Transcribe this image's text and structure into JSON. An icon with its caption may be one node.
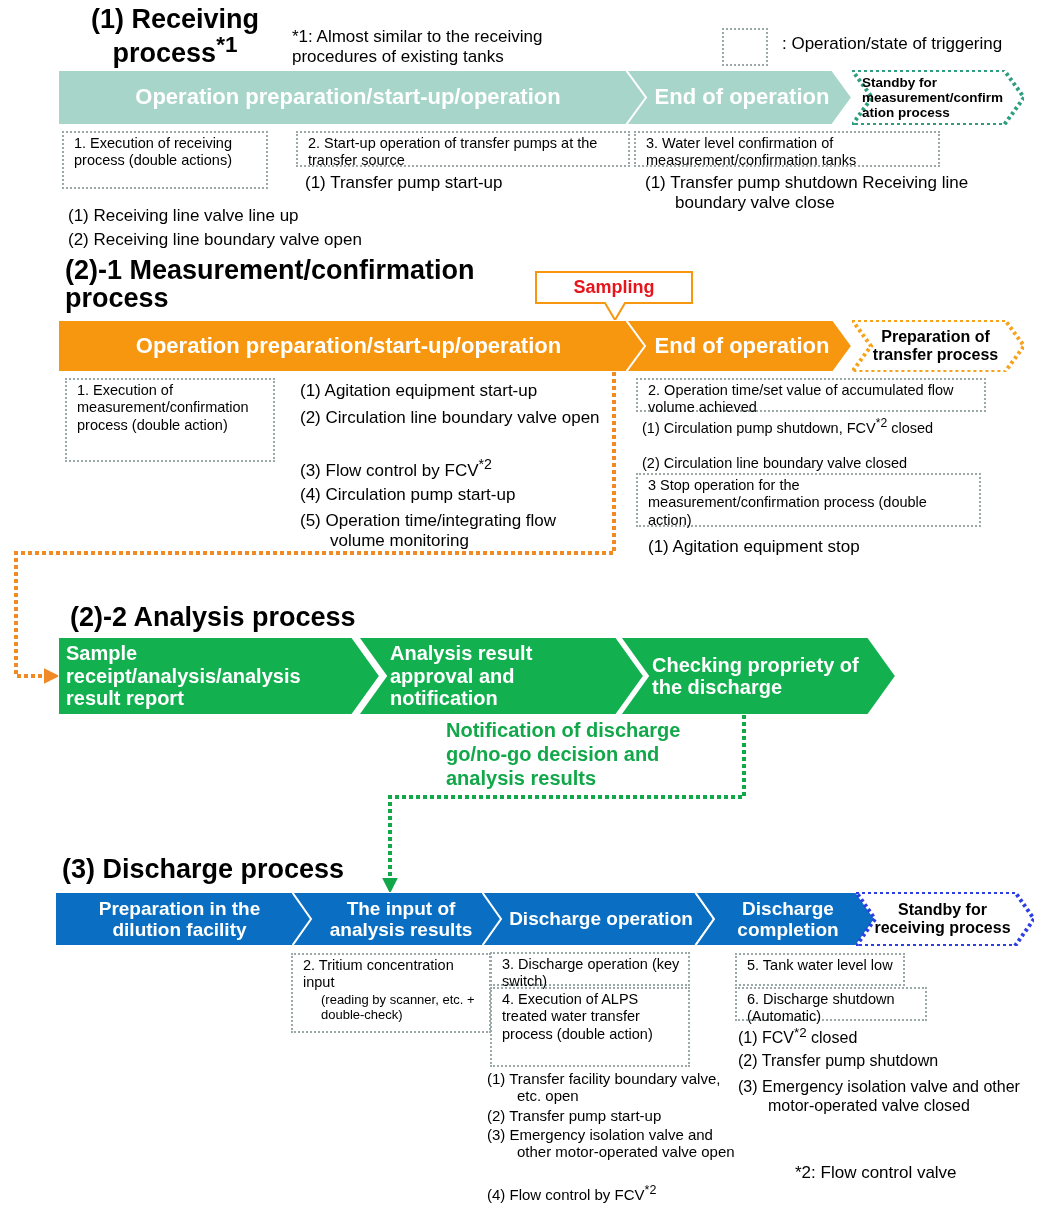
{
  "diagram": {
    "nodes": [
      {
        "text": [
          "Operation preparation/start-up/operation"
        ]
      },
      {
        "text": [
          "End of operation"
        ]
      },
      {
        "text": [
          "Standby for measurement/confirmation process"
        ]
      },
      {
        "text": [
          "1. Execution of receiving process (double actions)"
        ]
      },
      {
        "text": [
          "2. Start-up operation of transfer pumps at the transfer source"
        ]
      },
      {
        "text": [
          "3. Water level confirmation of measurement/confirmation tanks"
        ]
      },
      {
        "text": [
          "Sampling"
        ]
      },
      {
        "text": [
          "Operation preparation/start-up/operation"
        ]
      },
      {
        "text": [
          "End of operation"
        ]
      },
      {
        "text": [
          "Preparation of transfer process"
        ]
      },
      {
        "text": [
          "1. Execution of measurement/confirmation process (double action)"
        ]
      },
      {
        "text": [
          "2. Operation time/set value of accumulated flow volume achieved"
        ]
      },
      {
        "text": [
          "3 Stop operation for the measurement/confirmation process (double action)"
        ]
      },
      {
        "text": [
          "Sample receipt/analysis/analysis result report"
        ]
      },
      {
        "text": [
          "Analysis result approval and notification"
        ]
      },
      {
        "text": [
          "Checking propriety of the discharge"
        ]
      },
      {
        "text": [
          "Preparation in the dilution facility"
        ]
      },
      {
        "text": [
          "The input of analysis results"
        ]
      },
      {
        "text": [
          "Discharge operation"
        ]
      },
      {
        "text": [
          "Discharge completion"
        ]
      },
      {
        "text": [
          "Standby for receiving process"
        ]
      },
      {
        "text": [
          "2. Tritium concentration input",
          "(reading by scanner, etc. + double-check)"
        ]
      },
      {
        "text": [
          "3. Discharge operation (key switch)"
        ]
      },
      {
        "text": [
          "4. Execution of ALPS treated water transfer process (double action)"
        ]
      },
      {
        "text": [
          "5. Tank water level low"
        ]
      },
      {
        "text": [
          "6. Discharge shutdown (Automatic)"
        ]
      }
    ],
    "edges": [
      {
        "from": 7,
        "to": 13,
        "arrow": "to",
        "style": "dashed",
        "color": "#f08a24"
      },
      {
        "from": 15,
        "to": 17,
        "arrow": "to",
        "style": "dashed",
        "color": "#12a84a",
        "label": "Notification of discharge go/no-go decision and analysis results"
      }
    ],
    "labels": [
      "(1) Receiving process$^{*1}$",
      "*1: Almost similar to the receiving procedures of existing tanks",
      "(1) Transfer pump start-up",
      "(1) Transfer pump shutdown Receiving line boundary valve close",
      "(1) Receiving line valve line up",
      "(2) Receiving line boundary valve open",
      "(2)-1 Measurement/confirmation process",
      "(1) Agitation equipment start-up",
      "(2) Circulation line boundary valve open",
      "(3) Flow control by FCV$^{*2}$",
      "(4) Circulation pump start-up",
      "(5) Operation time/integrating flow volume monitoring",
      "(1) Circulation pump shutdown, FCV$^{*2}$ closed",
      "(2) Circulation line boundary valve closed",
      "(1) Agitation equipment stop",
      "(2)-2 Analysis process",
      "(3) Discharge process",
      "(1) Transfer facility boundary valve, etc. open",
      "(2) Transfer pump start-up",
      "(3) Emergency isolation valve and other motor-operated valve open",
      "(4) Flow control by FCV$^{*2}$",
      "(1) FCV$^{*2}$ closed",
      "(2) Transfer pump shutdown",
      "(3) Emergency isolation valve and other motor-operated valve closed",
      "*2: Flow control valve"
    ],
    "legend": [
      {
        "text": ": Operation/state of triggering"
      }
    ]
  }
}
